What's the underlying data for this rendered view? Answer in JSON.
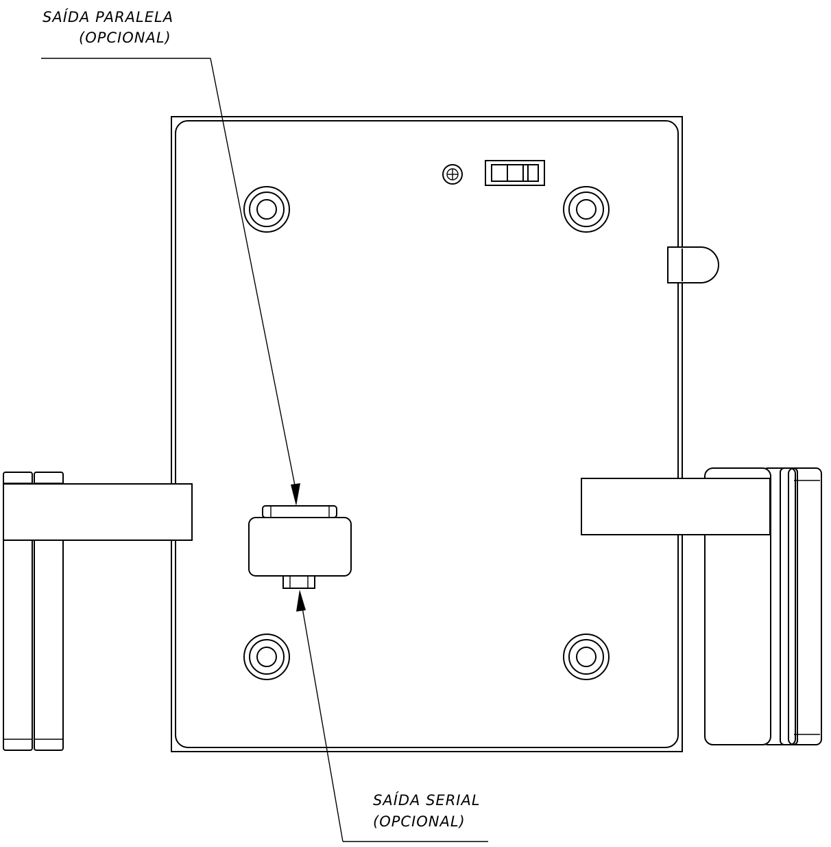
{
  "labels": {
    "parallel": {
      "line1": "SAÍDA PARALELA",
      "line2": "(OPCIONAL)"
    },
    "serial": {
      "line1": "SAÍDA SERIAL",
      "line2": "(OPCIONAL)"
    }
  },
  "colors": {
    "ink": "#000000",
    "paper": "#ffffff"
  }
}
